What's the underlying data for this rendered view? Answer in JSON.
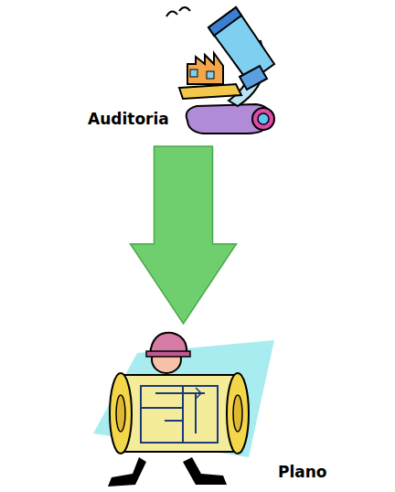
{
  "diagram": {
    "nodes": [
      {
        "text": [
          "Auditoria"
        ]
      },
      {
        "text": [
          "Plano"
        ]
      }
    ],
    "edges": [
      {
        "from": 0,
        "to": 1,
        "arrow": "to"
      }
    ]
  }
}
